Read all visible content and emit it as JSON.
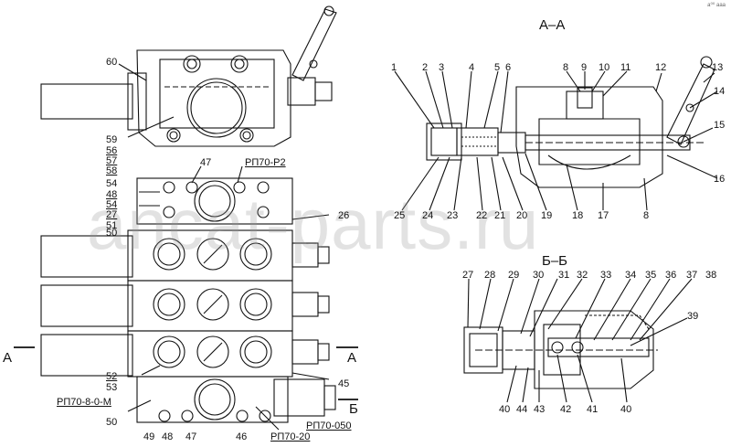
{
  "sections": {
    "aa": "А–А",
    "bb": "Б–Б",
    "cut_a": "А",
    "cut_b": "Б"
  },
  "parts": {
    "p1": "1",
    "p2": "2",
    "p3": "3",
    "p4": "4",
    "p5": "5",
    "p6": "6",
    "p8a": "8",
    "p8b": "8",
    "p9": "9",
    "p10": "10",
    "p11": "11",
    "p12": "12",
    "p13": "13",
    "p14": "14",
    "p15": "15",
    "p16": "16",
    "p17": "17",
    "p18": "18",
    "p19": "19",
    "p20": "20",
    "p21": "21",
    "p22": "22",
    "p23": "23",
    "p24": "24",
    "p25": "25",
    "p26": "26",
    "p27": "27",
    "p27b": "27",
    "p28": "28",
    "p29": "29",
    "p30": "30",
    "p31": "31",
    "p32": "32",
    "p33": "33",
    "p34": "34",
    "p35": "35",
    "p36": "36",
    "p37": "37",
    "p38": "38",
    "p39": "39",
    "p40a": "40",
    "p40b": "40",
    "p41": "41",
    "p42": "42",
    "p43": "43",
    "p44": "44",
    "p45": "45",
    "p46": "46",
    "p47a": "47",
    "p47b": "47",
    "p48a": "48",
    "p48b": "48",
    "p49": "49",
    "p50a": "50",
    "p50b": "50",
    "p51": "51",
    "p52": "52",
    "p53": "53",
    "p54": "54",
    "p56": "56",
    "p57": "57",
    "p58": "58",
    "p59": "59",
    "p60": "60"
  },
  "codes": {
    "rp70_p2": "РП70-Р2",
    "rp70_8": "РП70-8-0-М",
    "rp70_20": "РП70-20",
    "rp70_050": "РП70-050"
  },
  "watermark": "ancat-parts.ru",
  "corner_mark": "а⁰⁰ ааа"
}
